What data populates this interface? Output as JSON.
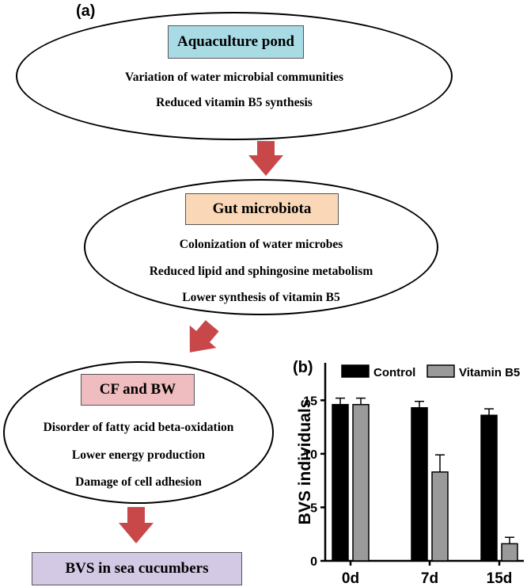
{
  "panel_a": {
    "label": "(a)",
    "stages": [
      {
        "title": "Aquaculture pond",
        "title_color": "#a9dbe5",
        "lines": [
          "Variation of water microbial communities",
          "Reduced vitamin B5 synthesis"
        ]
      },
      {
        "title": "Gut microbiota",
        "title_color": "#f9d7b7",
        "lines": [
          "Colonization of water microbes",
          "Reduced lipid and sphingosine metabolism",
          "Lower synthesis of vitamin B5"
        ]
      },
      {
        "title": "CF and BW",
        "title_color": "#efbcbf",
        "lines": [
          "Disorder of fatty acid beta-oxidation",
          "Lower energy production",
          "Damage of cell adhesion"
        ]
      }
    ],
    "final": {
      "title": "BVS in sea cucumbers",
      "title_color": "#d3c9e4"
    },
    "arrow_color": "#c8484a"
  },
  "panel_b": {
    "label": "(b)",
    "chart_data": {
      "type": "bar",
      "categories": [
        "0d",
        "7d",
        "15d"
      ],
      "series": [
        {
          "name": "Control",
          "values": [
            14.6,
            14.3,
            13.6
          ],
          "errors": [
            0.6,
            0.6,
            0.6
          ],
          "color": "#000000"
        },
        {
          "name": "Vitamin B5",
          "values": [
            14.6,
            8.3,
            1.6
          ],
          "errors": [
            0.6,
            1.6,
            0.6
          ],
          "color": "#9a9a9a"
        }
      ],
      "ylabel": "BVS individuals",
      "yticks": [
        0,
        5,
        10,
        15
      ],
      "ylim": [
        0,
        18.5
      ],
      "legend_position": "top"
    }
  }
}
